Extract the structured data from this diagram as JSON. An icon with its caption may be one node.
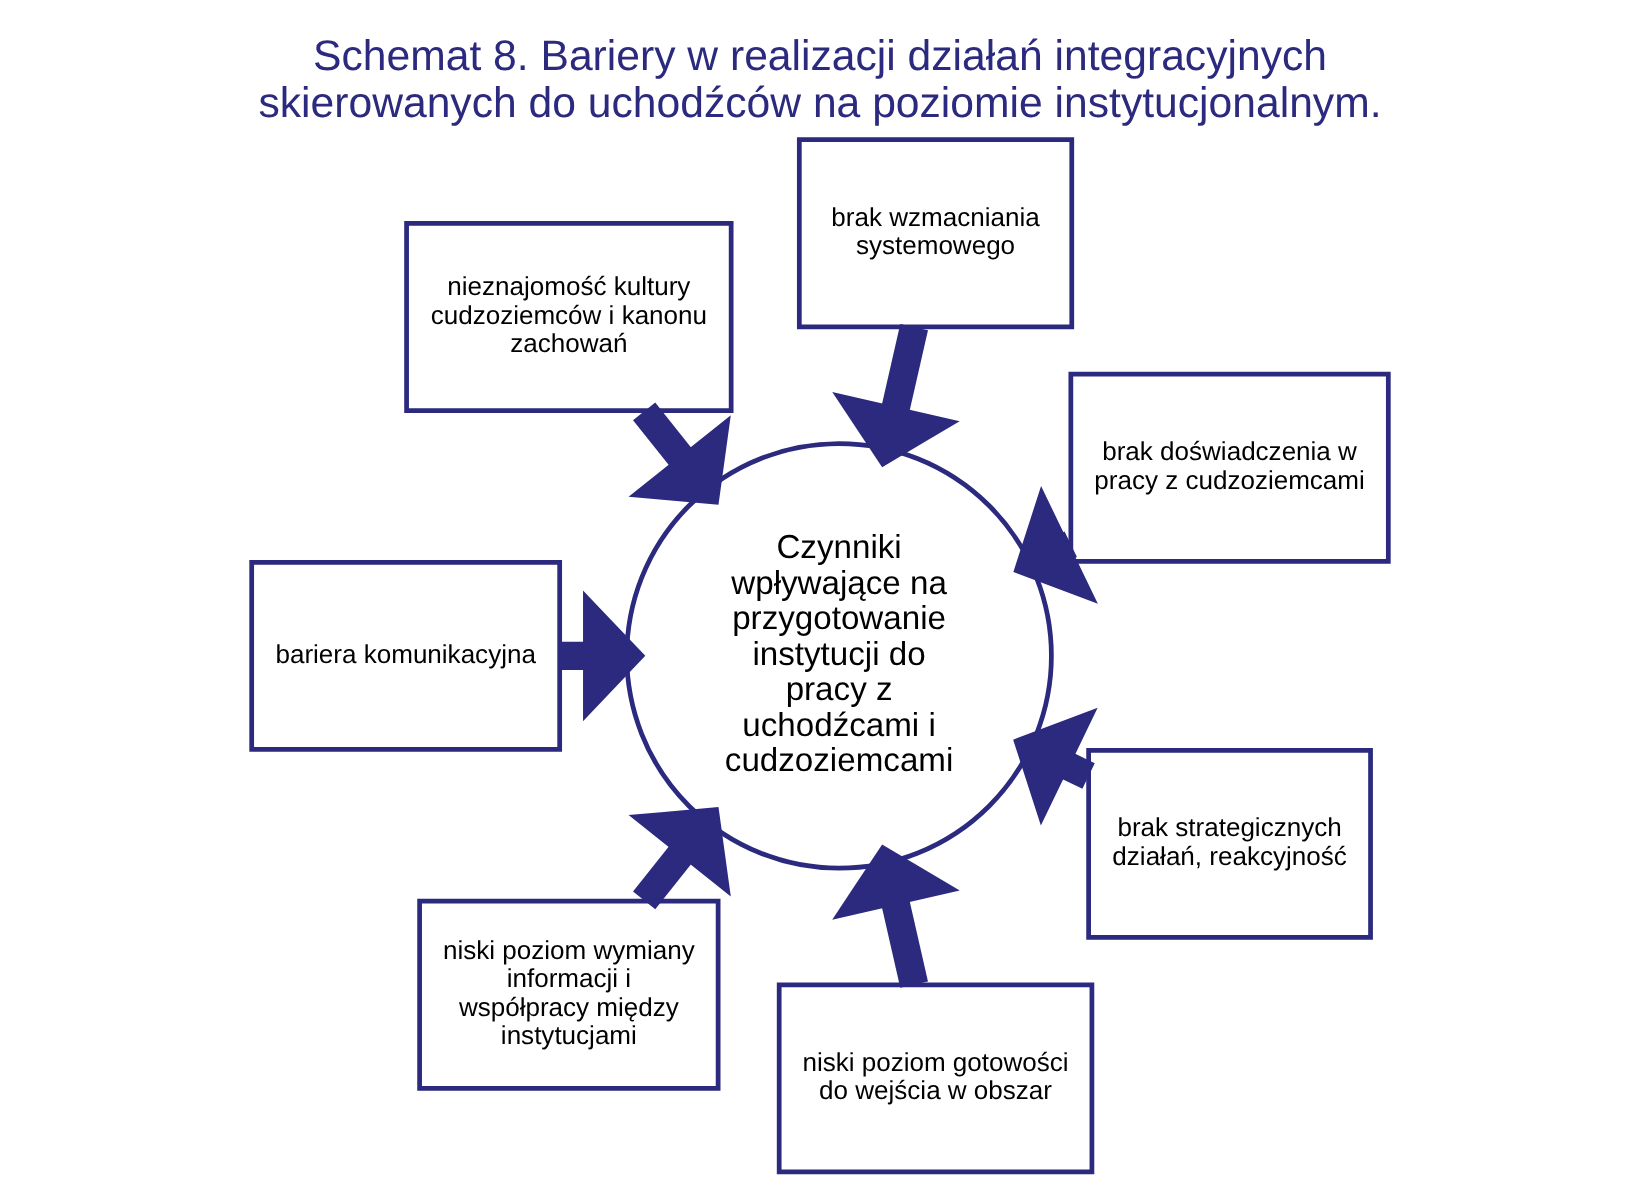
{
  "diagram": {
    "title": "Schemat 8. Bariery w realizacji działań integracyjnych skierowanych do uchodźców na poziomie instytucjonalnym.",
    "nodes": [
      {
        "text": [
          "brak wzmacniania systemowego"
        ]
      },
      {
        "text": [
          "nieznajomość kultury cudzoziemców i kanonu zachowań"
        ]
      },
      {
        "text": [
          "brak doświadczenia w pracy z cudzoziemcami"
        ]
      },
      {
        "text": [
          "bariera komunikacyjna"
        ]
      },
      {
        "text": [
          "brak strategicznych działań, reakcyjność"
        ]
      },
      {
        "text": [
          "niski poziom wymiany informacji i współpracy między instytucjami"
        ]
      },
      {
        "text": [
          "Czynniki wpływające na przygotowanie instytucji do pracy z uchodźcami i cudzoziemcami"
        ]
      },
      {
        "text": [
          "niski poziom gotowości do wejścia w obszar"
        ]
      }
    ],
    "edges": [
      {
        "from": 0,
        "to": 6,
        "arrow": "to"
      },
      {
        "from": 1,
        "to": 6,
        "arrow": "to"
      },
      {
        "from": 2,
        "to": 6,
        "arrow": "to"
      },
      {
        "from": 3,
        "to": 6,
        "arrow": "to"
      },
      {
        "from": 4,
        "to": 6,
        "arrow": "to"
      },
      {
        "from": 5,
        "to": 6,
        "arrow": "to"
      },
      {
        "from": 7,
        "to": 6,
        "arrow": "to"
      }
    ]
  }
}
